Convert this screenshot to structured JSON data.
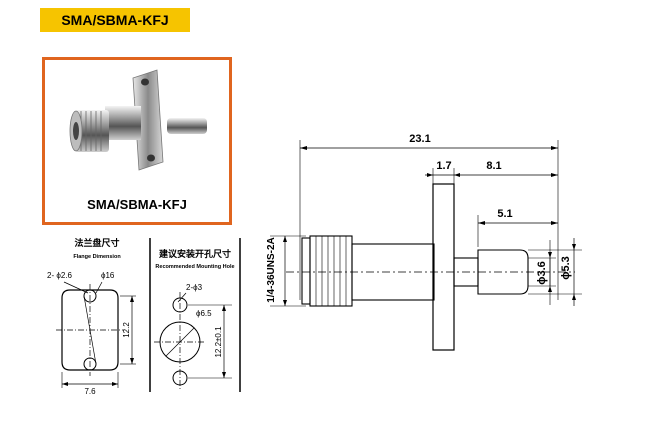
{
  "title": "SMA/SBMA-KFJ",
  "photo": {
    "caption": "SMA/SBMA-KFJ",
    "border_color": "#e0651f"
  },
  "banner_color": "#f6c400",
  "flange_dimension": {
    "title_cn": "法兰盘尺寸",
    "title_en": "Flange Dimension",
    "hole_label": "2- ϕ2.6",
    "outer_label": "ϕ16",
    "height_label": "12.2",
    "width_label": "7.6"
  },
  "mounting_hole": {
    "title_cn": "建议安装开孔尺寸",
    "title_en": "Recommended Mounting Hole",
    "hole_label": "2-ϕ3",
    "center_label": "ϕ6.5",
    "spacing_label": "12.2±0.1"
  },
  "side_view": {
    "overall_length": "23.1",
    "flange_thickness": "1.7",
    "rear_length": "8.1",
    "pin_length": "5.1",
    "thread_label": "1/4-36UNS-2A",
    "diameter_inner": "ϕ3.6",
    "diameter_outer": "ϕ5.3"
  }
}
